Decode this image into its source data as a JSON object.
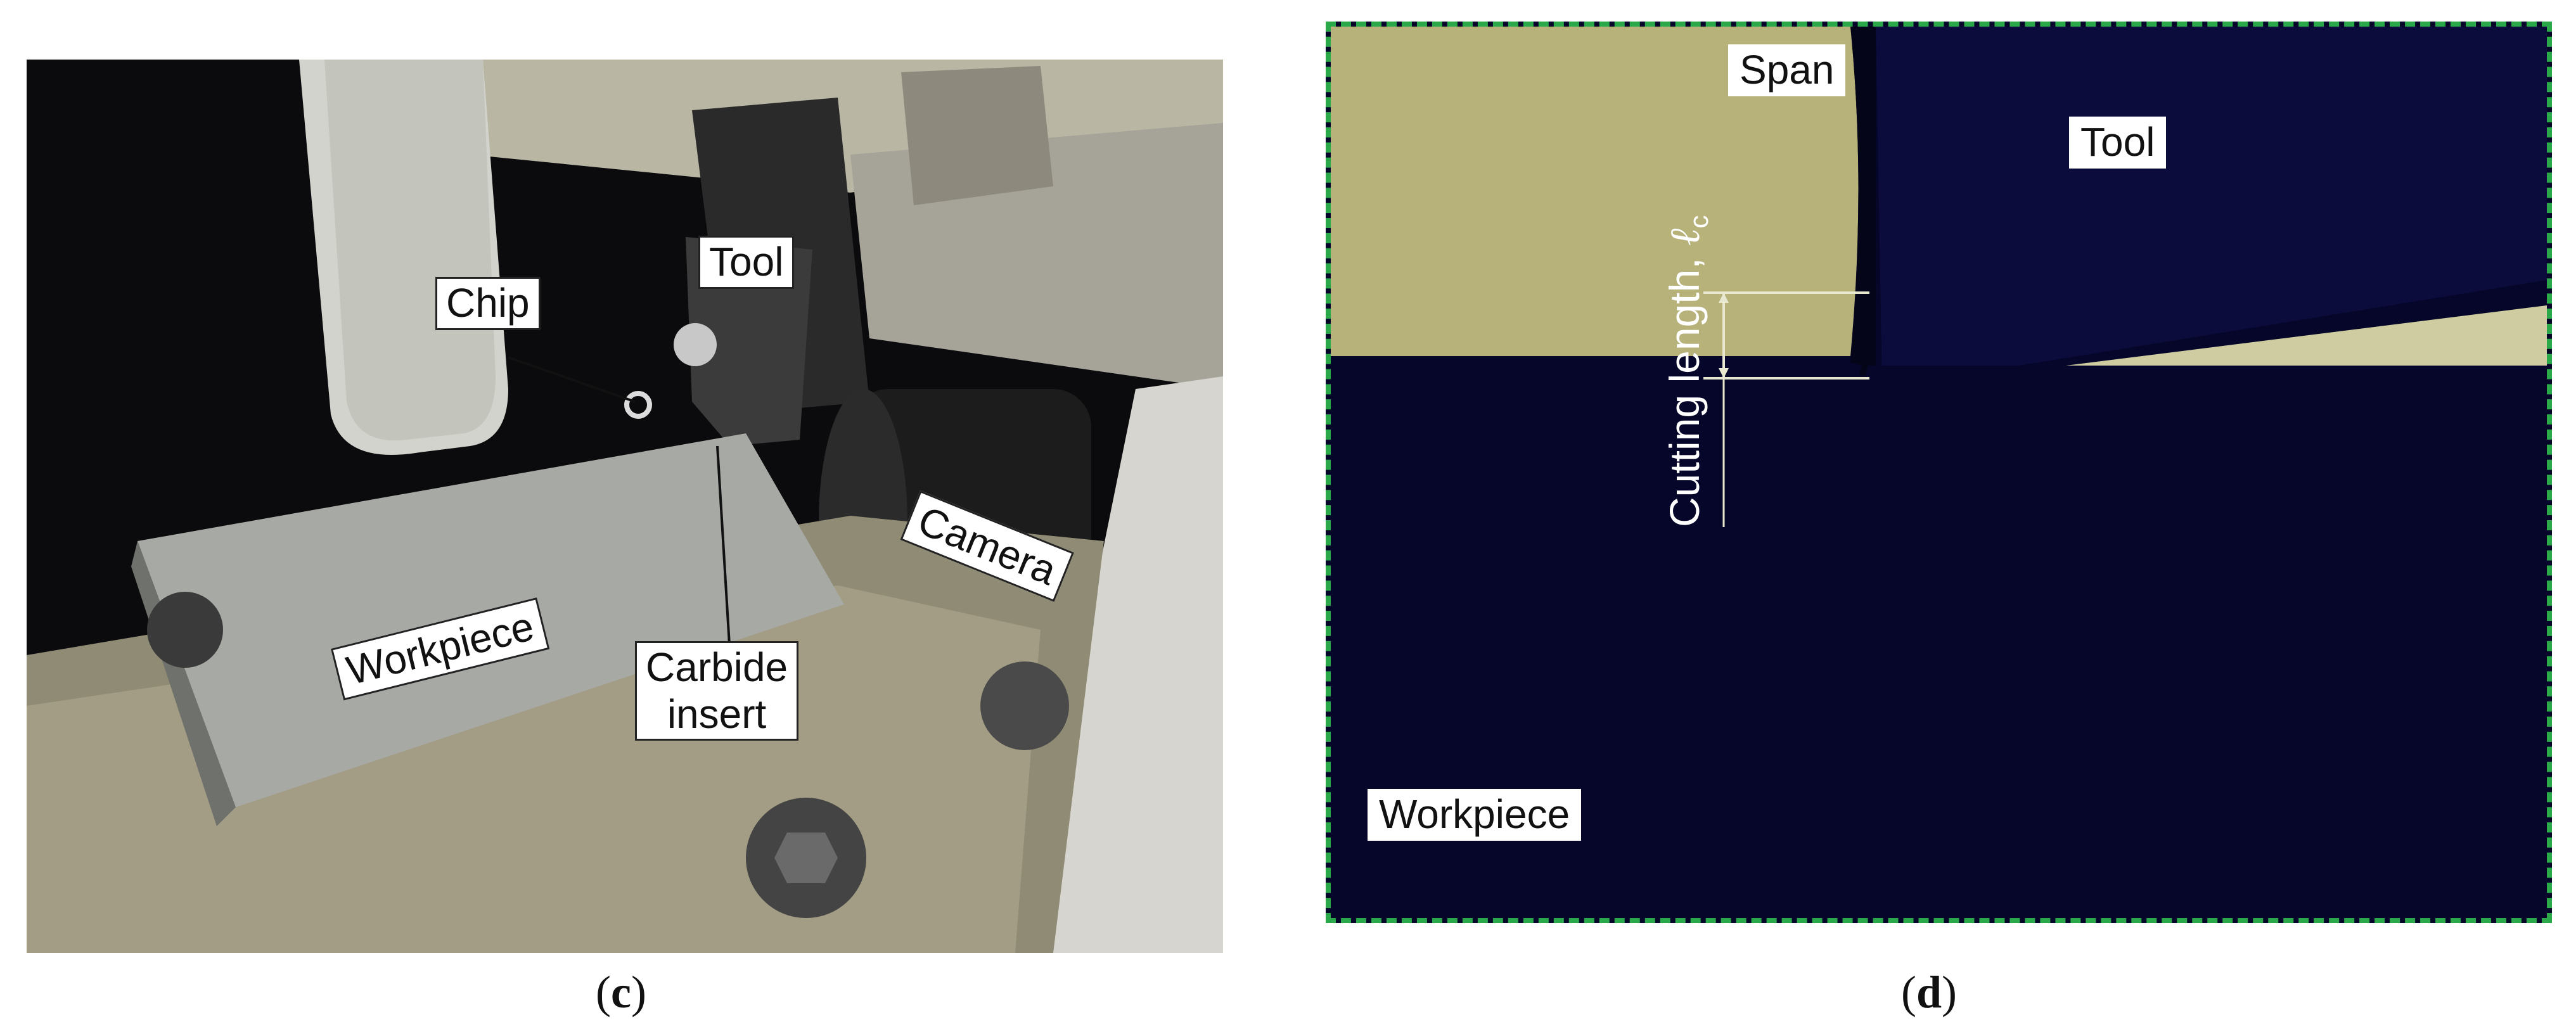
{
  "panel_c": {
    "labels": {
      "chip": "Chip",
      "tool": "Tool",
      "camera": "Camera",
      "workpiece": "Workpiece",
      "carbide_line1": "Carbide",
      "carbide_line2": "insert"
    },
    "caption_letter": "c"
  },
  "panel_d": {
    "labels": {
      "span": "Span",
      "tool": "Tool",
      "workpiece": "Workpiece"
    },
    "cutting_length_text": "Cutting length, ",
    "cutting_length_symbol": "ℓ",
    "cutting_length_sub": "c",
    "caption_letter": "d"
  },
  "colors": {
    "border_dashed": "#2aa84a",
    "workpiece_dark": "#06062a",
    "chip_yellow": "#b7b27a"
  }
}
